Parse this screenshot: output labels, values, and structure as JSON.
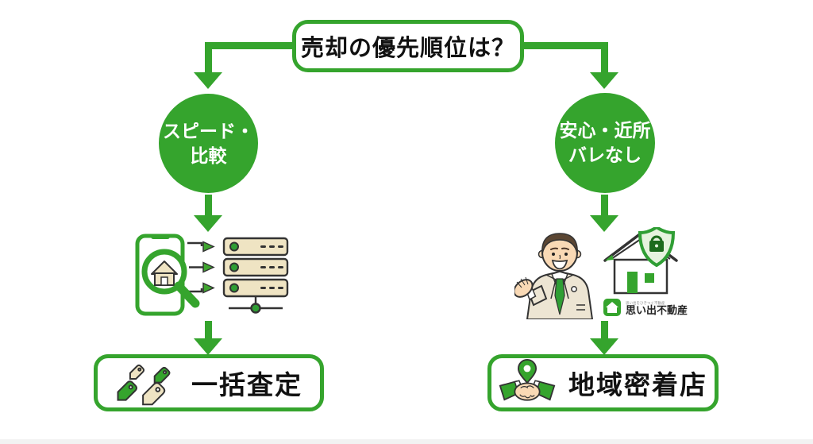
{
  "page": {
    "background": "#FFFFFF",
    "footer_strip_color": "#F2F2F2"
  },
  "colors": {
    "green": "#35A42D",
    "green_dark": "#1D6B1D",
    "outline": "#333333",
    "beige": "#EFE4C3",
    "skin": "#F9D9B5",
    "suit": "#EDE5D3",
    "hair": "#5B4633",
    "text": "#111111"
  },
  "question": {
    "text": "売却の優先順位は？"
  },
  "left_branch": {
    "condition": {
      "line1": "スピード・",
      "line2": "比較"
    },
    "illustration": {
      "name": "smartphone-search-to-servers"
    },
    "result": {
      "icon": "price-tags",
      "label": "一括査定"
    }
  },
  "right_branch": {
    "condition": {
      "line1": "安心・近所",
      "line2": "バレなし"
    },
    "illustration": {
      "name": "agent-with-shield-house"
    },
    "logo": {
      "tagline": "思い出をひきつぐ不動産",
      "name": "思い出不動産"
    },
    "result": {
      "icon": "location-pin-handshake",
      "label": "地域密着店"
    }
  }
}
